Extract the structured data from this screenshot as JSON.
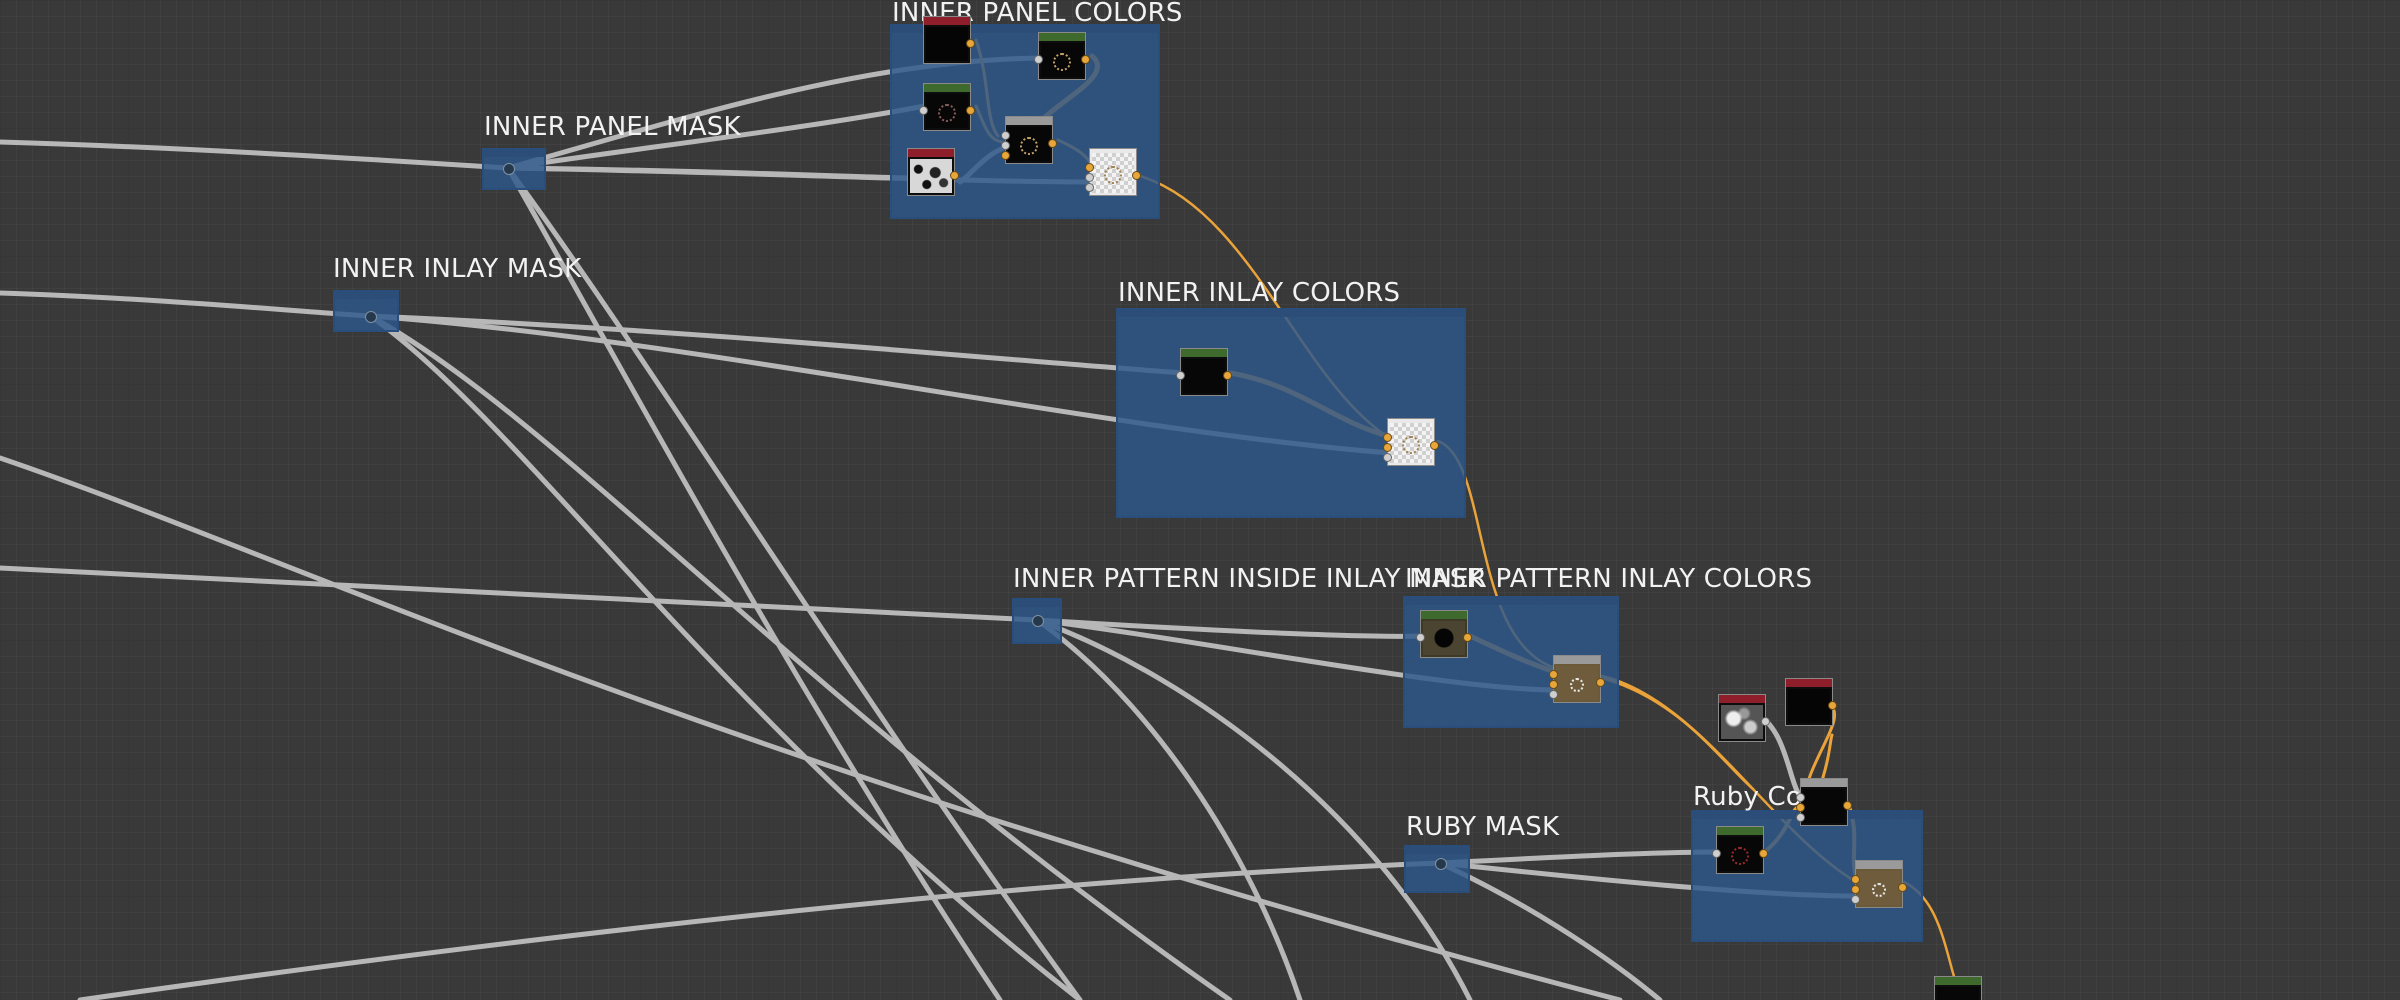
{
  "frames": {
    "inner_panel_mask": "INNER PANEL MASK",
    "inner_panel_colors": "INNER PANEL COLORS",
    "inner_inlay_mask": "INNER INLAY MASK",
    "inner_inlay_colors": "INNER INLAY COLORS",
    "inner_pattern_inside_inlay_mask": "INNER PATTERN INSIDE INLAY MASK",
    "inner_pattern_inlay_colors": "INNER PATTERN INLAY COLORS",
    "ruby_mask": "RUBY MASK",
    "ruby_colors": "Ruby Co"
  },
  "colors": {
    "canvas": "#393939",
    "frame_fill": "#2d588c",
    "wire_grey": "#b7b7b7",
    "wire_orange": "#eaa33a",
    "header_red": "#8e1f2a",
    "header_green": "#3f6a2e",
    "header_grey": "#9a9a9a"
  },
  "node_types": [
    "uniform-color-node",
    "noise-texture-node",
    "blend-node",
    "output-node"
  ]
}
